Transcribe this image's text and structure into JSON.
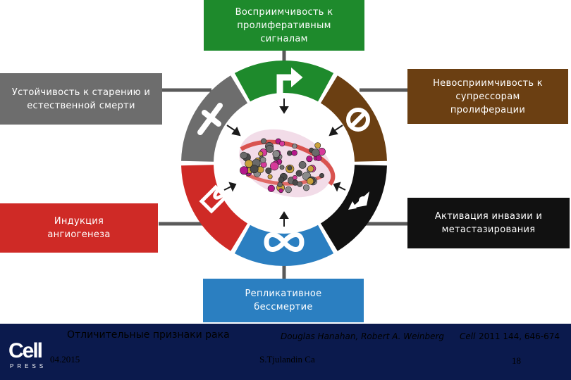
{
  "hallmarks": {
    "top": "Восприимчивость к\nпролиферативным\nсигналам",
    "top_left": "Устойчивость к старению и\nестественной смерти",
    "top_right": "Невосприимчивость к\nсупрессорам\nпролиферации",
    "bottom_left": "Индукция\nангиогенеза",
    "bottom_right": "Активация инвазии и\nметастазирования",
    "bottom": "Репликативное\nбессмертие"
  },
  "colors": {
    "green": "#1e8a2c",
    "gray": "#6d6d6d",
    "brown": "#6b3f12",
    "red": "#cf2a26",
    "black": "#111111",
    "blue": "#2b7fc1",
    "footer_bg": "#0b1a4d"
  },
  "icons": {
    "green": "arrow-up-right-icon",
    "gray": "dagger-cross-icon",
    "brown": "no-entry-icon",
    "red": "blood-vessel-icon",
    "black": "rocket-icon",
    "blue": "infinity-icon",
    "center": "tumor-cells-icon"
  },
  "footer": {
    "title": "Отличительные признаки рака",
    "citation_authors": "Douglas Hanahan, Robert A. Weinberg",
    "citation_journal": "Cell",
    "citation_ref": "2011 144, 646-674",
    "date": "04.2015",
    "author": "S.Tjulandin Ca",
    "page_number": "18",
    "logo_text": "Cell",
    "logo_sub": "PRESS"
  }
}
